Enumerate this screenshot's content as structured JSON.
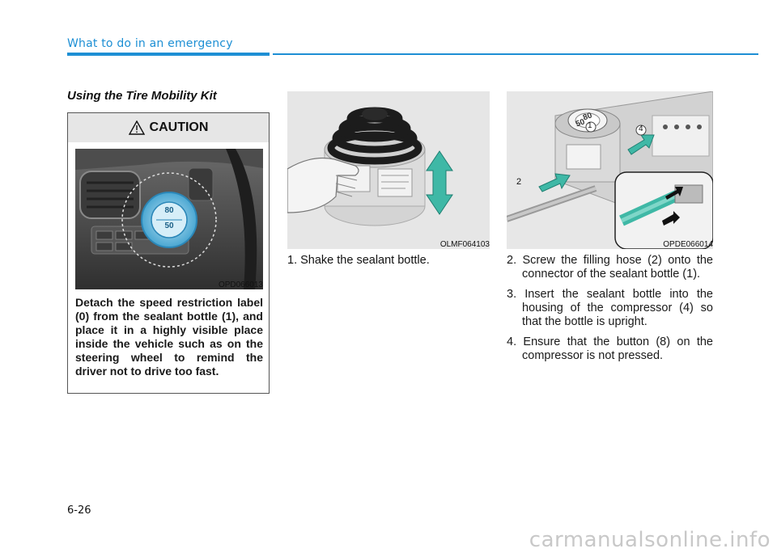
{
  "header": {
    "section": "What to do in an emergency"
  },
  "section_title": "Using the Tire Mobility Kit",
  "caution": {
    "label": "CAUTION",
    "image_code": "OPD066013",
    "sticker_top": "80",
    "sticker_bottom": "50",
    "text": "Detach the speed restriction label (0) from the sealant bottle (1), and place it in a highly visible place inside the vehicle such as on the steering wheel to remind the driver not to drive too fast."
  },
  "figure1": {
    "image_code": "OLMF064103"
  },
  "figure2": {
    "image_code": "OPDE066014",
    "callouts": [
      "1",
      "2",
      "4"
    ],
    "sticker_top": "80",
    "sticker_bottom": "50"
  },
  "step1": "1. Shake the sealant bottle.",
  "steps": [
    "2. Screw the filling hose (2) onto the connector of the sealant bottle (1).",
    "3. Insert the sealant bottle into the housing of the compressor (4) so that the bottle is upright.",
    "4. Ensure that the button (8) on the compressor is not pressed."
  ],
  "page_number": "6-26",
  "watermark": "carmanualsonline.info",
  "colors": {
    "accent": "#1d8fd4",
    "arrow_green": "#3fb8a6"
  }
}
